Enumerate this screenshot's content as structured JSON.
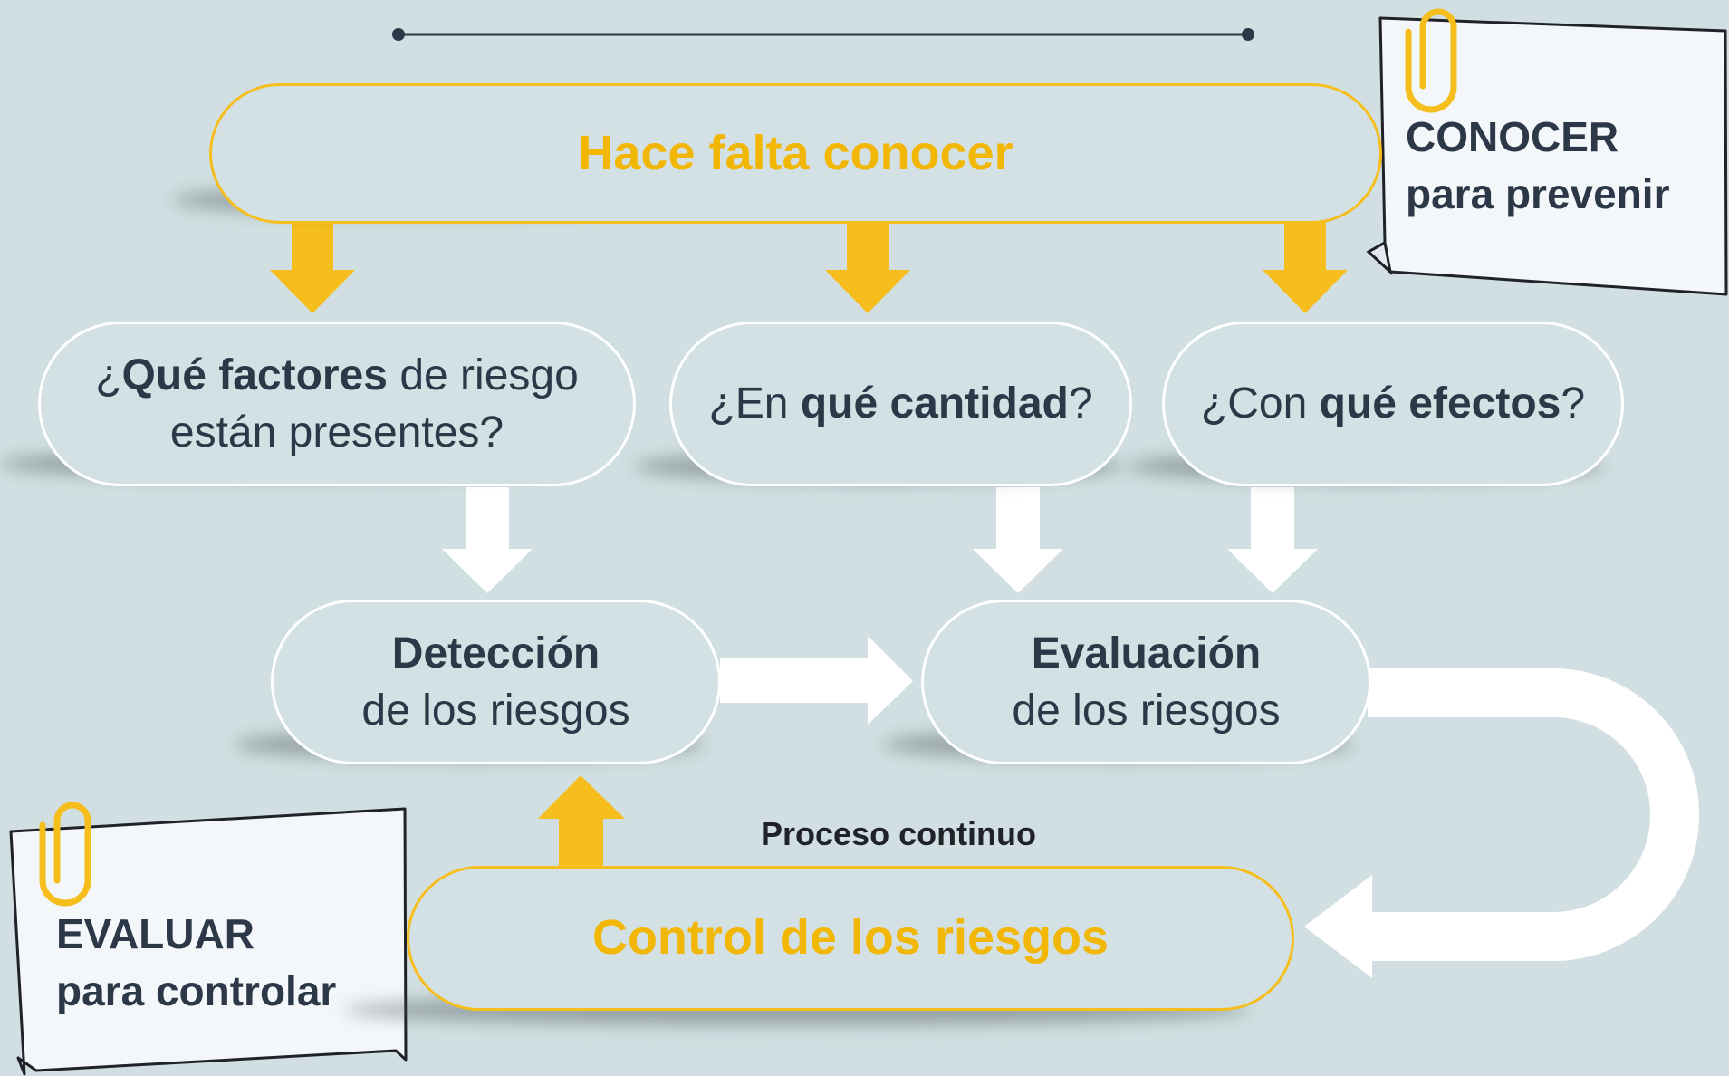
{
  "title": "Hace falta conocer",
  "questions": [
    {
      "pre": "¿",
      "bold": "Qué factores",
      "post": " de riesgo",
      "line2": "están presentes?"
    },
    {
      "pre": "¿En ",
      "bold": "qué cantidad",
      "post": "?"
    },
    {
      "pre": "¿Con ",
      "bold": "qué efectos",
      "post": "?"
    }
  ],
  "detection": {
    "bold": "Detección",
    "line2": "de los riesgos"
  },
  "evaluation": {
    "bold": "Evaluación",
    "line2": "de los riesgos"
  },
  "control": "Control de los riesgos",
  "process_label": "Proceso continuo",
  "note_top": {
    "line1": "CONOCER",
    "line2": "para prevenir"
  },
  "note_bottom": {
    "line1": "EVALUAR",
    "line2": "para controlar"
  },
  "colors": {
    "background": "#d1dfe2",
    "accent_yellow": "#f6be1c",
    "title_yellow": "#f2b705",
    "text_dark": "#2c3847",
    "white": "#ffffff"
  }
}
